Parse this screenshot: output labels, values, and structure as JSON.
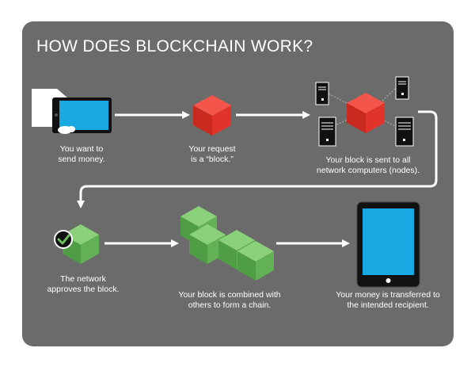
{
  "title": "HOW DOES BLOCKCHAIN WORK?",
  "steps": [
    {
      "line1": "You want to",
      "line2": "send money."
    },
    {
      "line1": "Your request",
      "line2": "is a “block.”"
    },
    {
      "line1": "Your block is sent to all",
      "line2": "network computers (nodes)."
    },
    {
      "line1": "The network",
      "line2": "approves the block."
    },
    {
      "line1": "Your block is combined with",
      "line2": "others to form a chain."
    },
    {
      "line1": "Your money is transferred to",
      "line2": "the intended recipient."
    }
  ],
  "colors": {
    "background": "#6b6b6b",
    "block_red": "#e8392b",
    "block_green": "#6fbf5f",
    "screen_blue": "#19a9e2",
    "text": "#ffffff"
  },
  "icons": [
    "hand-phone-icon",
    "red-block-icon",
    "server-icon",
    "green-block-icon",
    "check-icon",
    "tablet-icon"
  ]
}
